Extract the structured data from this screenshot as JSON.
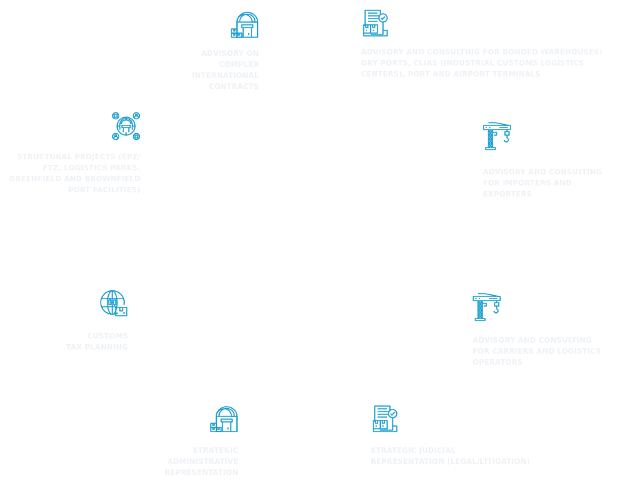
{
  "theme": {
    "icon_color": "#1b9fd0",
    "label_color": "#eef1f5",
    "background": "#ffffff"
  },
  "services": [
    {
      "id": "contracts",
      "icon": "warehouse-icon",
      "label": "ADVISORY ON\nCOMPLEX\nINTERNATIONAL\nCONTRACTS"
    },
    {
      "id": "bonded",
      "icon": "document-boxes-check-icon",
      "label": "ADVISORY AND CONSULTING FOR BONDED WAREHOUSES:\nDRY PORTS, CLIAS (INDUSTRIAL CUSTOMS LOGISTICS\nCENTERS), PORT AND AIRPORT TERMINALS"
    },
    {
      "id": "structural",
      "icon": "network-warehouse-icon",
      "label": "STRUCTURAL PROJECTS (EPZ/\nFTZ, LOGISTICS PARKS,\nGREENFIELD AND BROWNFIELD\nPORT FACILITIES)"
    },
    {
      "id": "importers",
      "icon": "crane-icon",
      "label": "ADVISORY AND CONSULTING\nFOR IMPORTERS AND\nEXPORTERS"
    },
    {
      "id": "customs",
      "icon": "globe-package-icon",
      "label": "CUSTOMS\nTAX PLANNING"
    },
    {
      "id": "carriers",
      "icon": "crane-icon",
      "label": "ADVISORY AND CONSULTING\nFOR CARRIERS AND LOGISTICS\nOPERATORS"
    },
    {
      "id": "administrative",
      "icon": "warehouse-icon",
      "label": "STRATEGIC\nADMINISTRATIVE\nREPRESENTATION"
    },
    {
      "id": "judicial",
      "icon": "document-boxes-check-icon",
      "label": "STRATEGIC JUDICIAL\nREPRESENTATION (LEGAL/LITIGATION)"
    }
  ]
}
